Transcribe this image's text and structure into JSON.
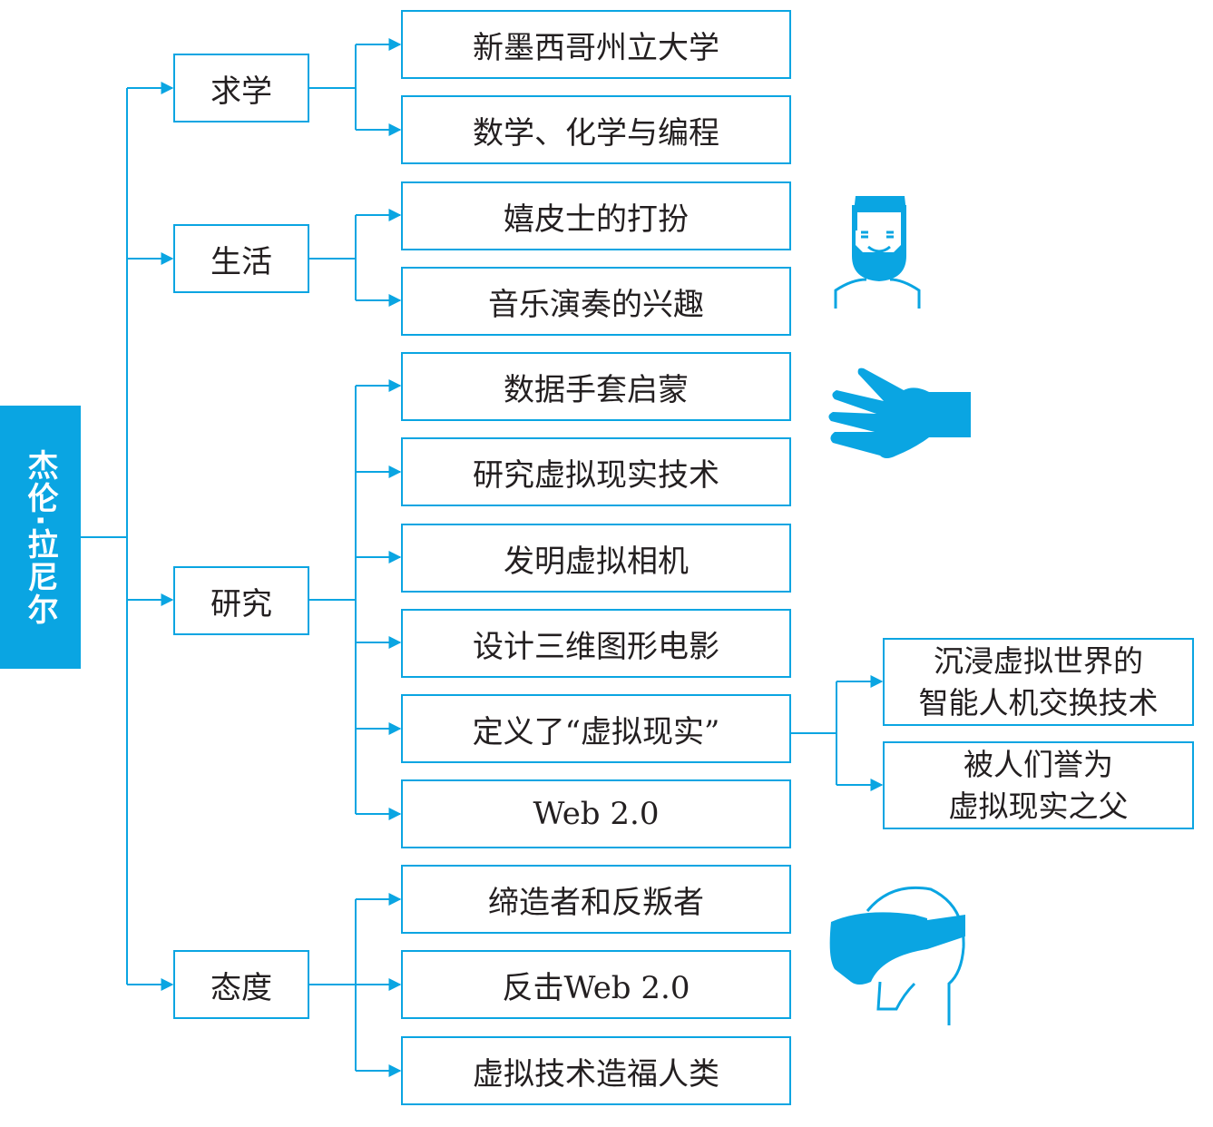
{
  "root": {
    "label": "杰伦·拉尼尔"
  },
  "categories": [
    {
      "label": "求学",
      "items": [
        "新墨西哥州立大学",
        "数学、化学与编程"
      ]
    },
    {
      "label": "生活",
      "items": [
        "嬉皮士的打扮",
        "音乐演奏的兴趣"
      ]
    },
    {
      "label": "研究",
      "items": [
        "数据手套启蒙",
        "研究虚拟现实技术",
        "发明虚拟相机",
        "设计三维图形电影",
        "定义了“虚拟现实”",
        "Web 2.0"
      ]
    },
    {
      "label": "态度",
      "items": [
        "缔造者和反叛者",
        "反击Web 2.0",
        "虚拟技术造福人类"
      ]
    }
  ],
  "vr_definition": {
    "details": [
      "沉浸虚拟世界的\n智能人机交换技术",
      "被人们誉为\n虚拟现实之父"
    ]
  },
  "icons": [
    "bearded-man-icon",
    "data-glove-icon",
    "vr-headset-icon"
  ],
  "colors": {
    "accent": "#0aa5e2",
    "text": "#231f20"
  }
}
